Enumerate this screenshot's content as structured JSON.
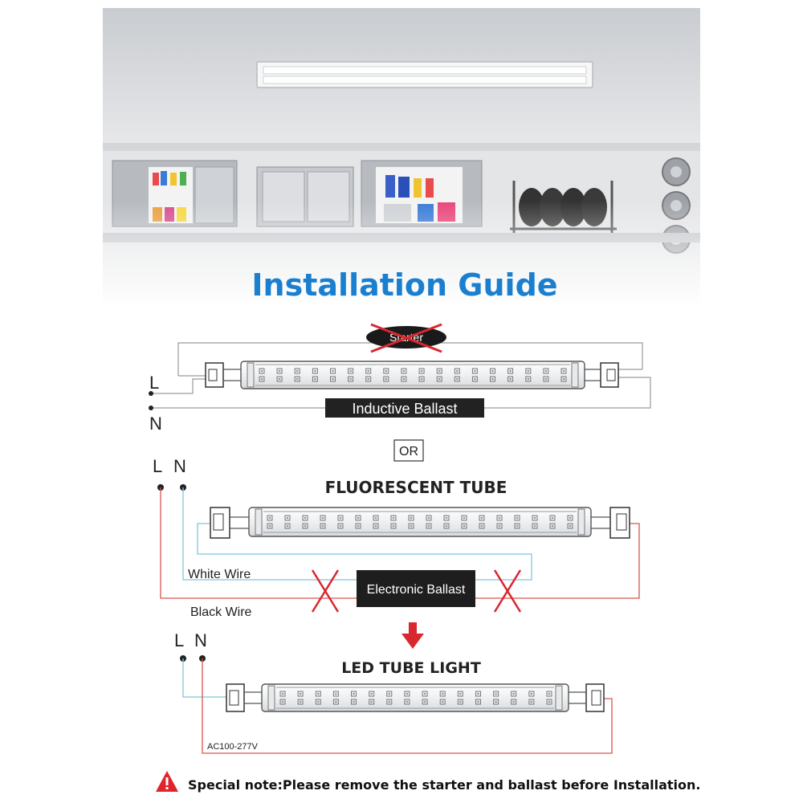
{
  "header": {
    "title": "Installation Guide",
    "title_color": "#1b7fd0"
  },
  "diagram1": {
    "starter_label": "Starter",
    "ballast_label": "Inductive Ballast",
    "line_label": "L",
    "neutral_label": "N"
  },
  "separator": {
    "label": "OR"
  },
  "diagram2": {
    "line_label": "L",
    "neutral_label": "N",
    "tube_title": "FLUORESCENT TUBE",
    "white_wire_label": "White Wire",
    "black_wire_label": "Black Wire",
    "ballast_label": "Electronic Ballast"
  },
  "diagram3": {
    "line_label": "L",
    "neutral_label": "N",
    "tube_title": "LED TUBE LIGHT",
    "voltage_label": "AC100-277V"
  },
  "footer": {
    "note": "Special note:Please remove the starter and ballast before Installation.",
    "warning_icon": "warning-triangle-icon"
  },
  "colors": {
    "red_wire": "#d9534f",
    "blue_wire": "#7ec8dc",
    "cross": "#d9272e",
    "arrow": "#d9272e",
    "gray_wire": "#9a9a9a",
    "label_bg": "#222222"
  }
}
